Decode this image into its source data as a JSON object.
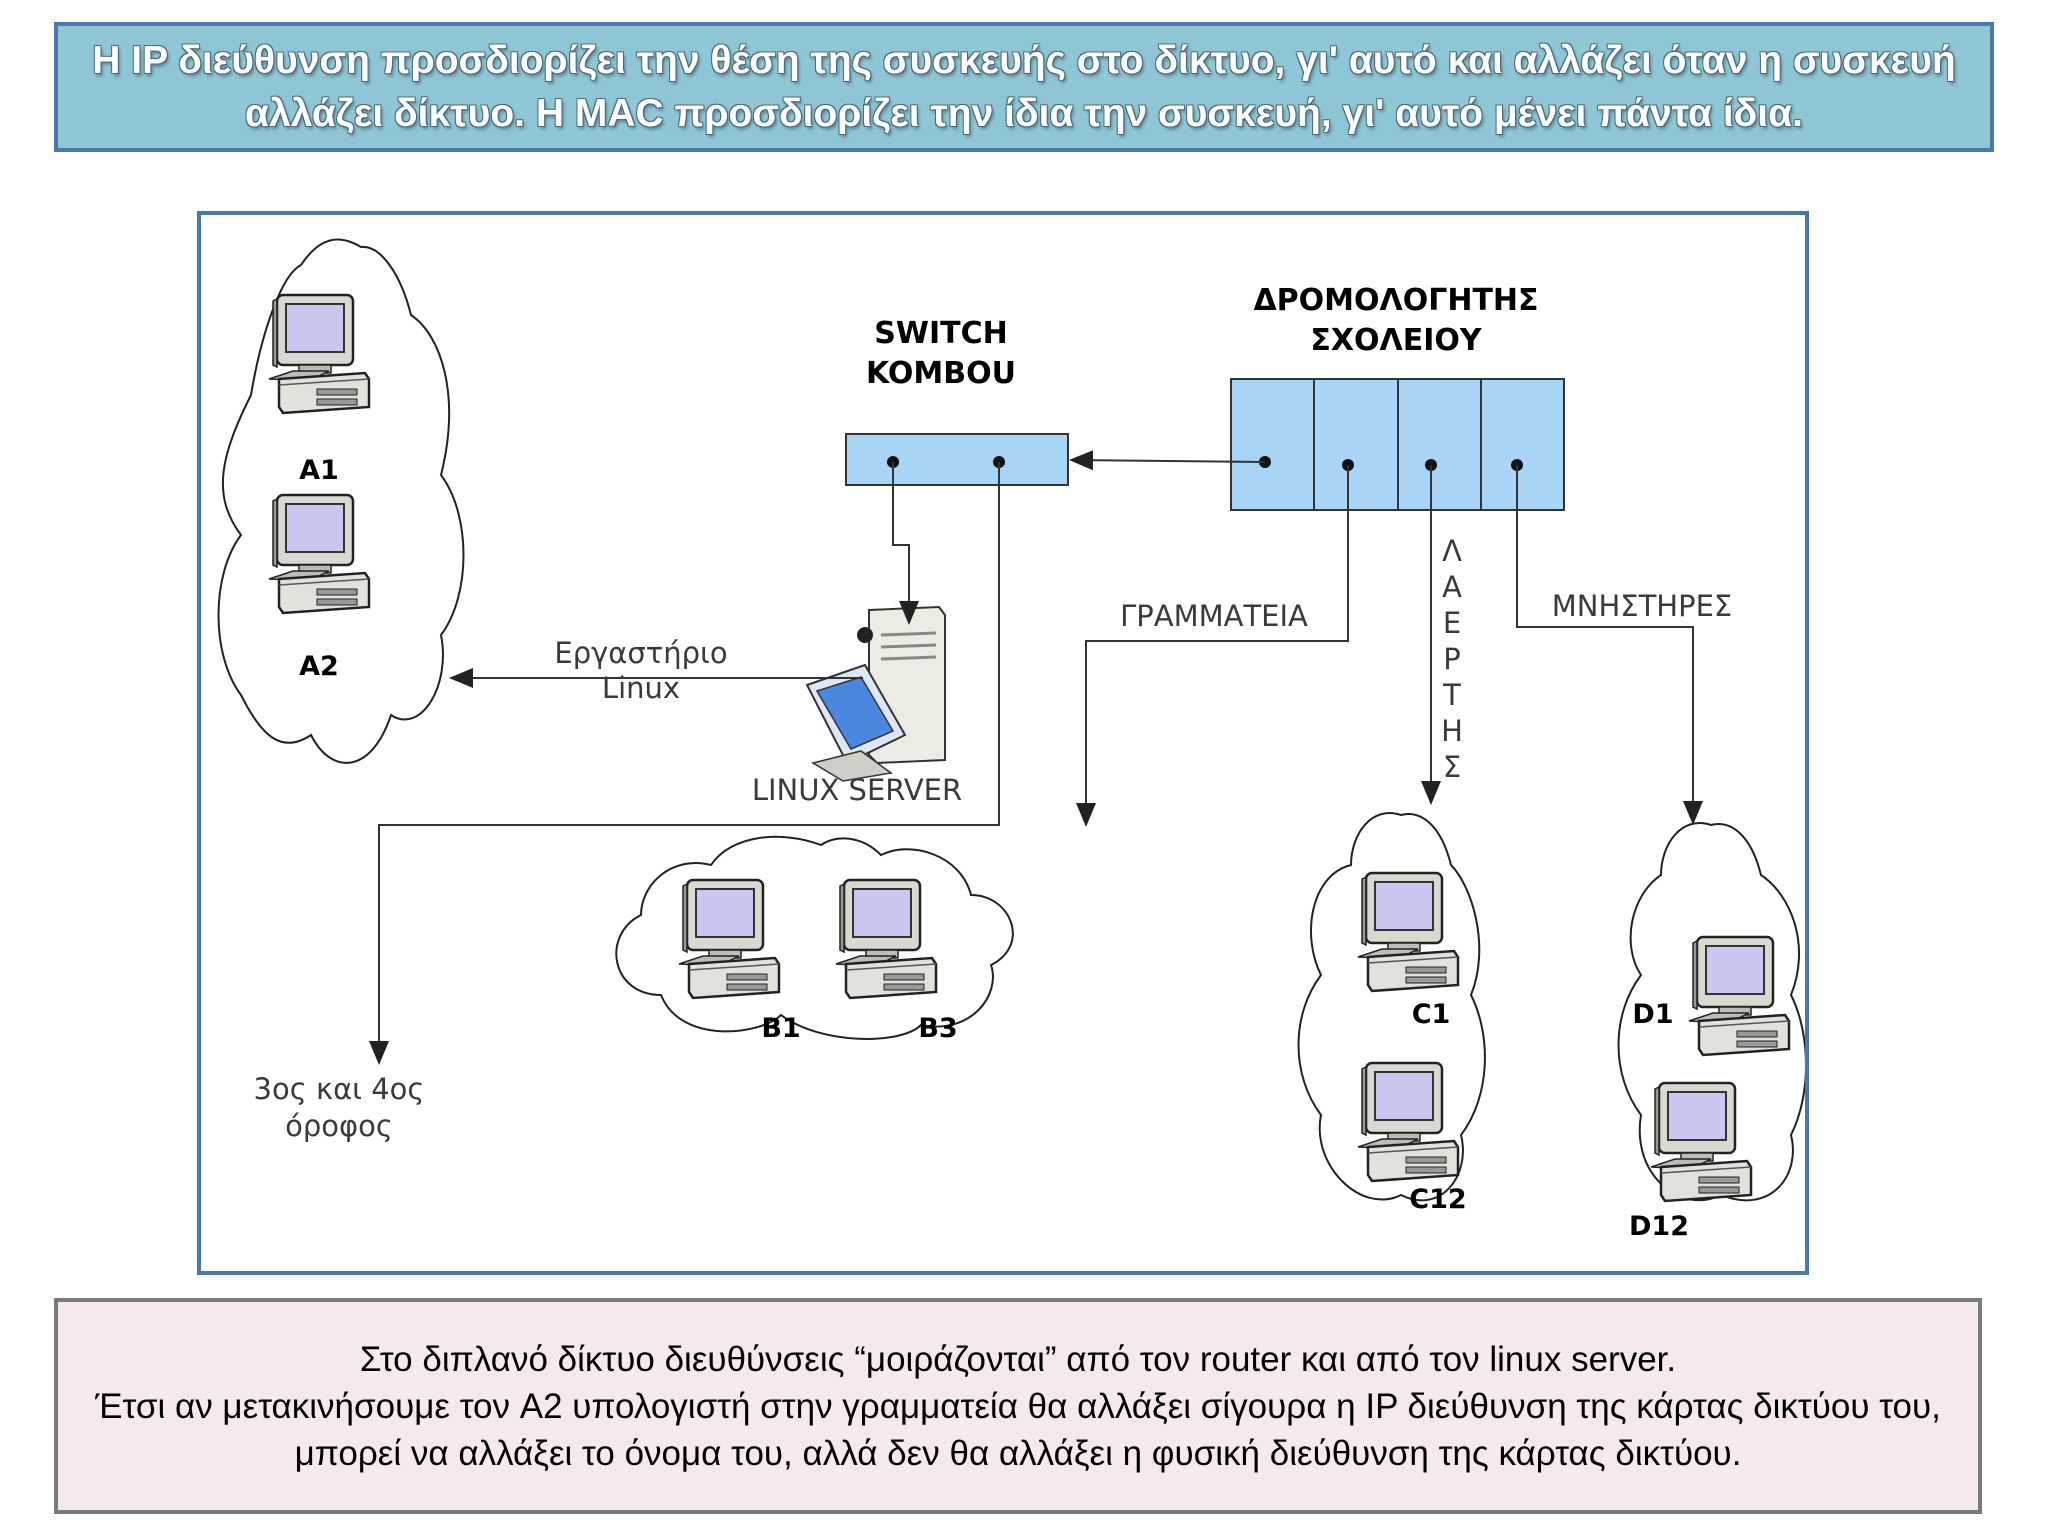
{
  "banner": {
    "text": "Η IP διεύθυνση προσδιορίζει την θέση της συσκευής στο δίκτυο, γι' αυτό και αλλάζει όταν η συσκευή αλλάζει δίκτυο. Η MAC προσδιορίζει την ίδια την συσκευή, γι' αυτό μένει πάντα ίδια."
  },
  "diagram": {
    "switch_title_line1": "SWITCH",
    "switch_title_line2": "KOMBOU",
    "router_title_line1": "ΔΡΟΜΟΛΟΓΗΤΗΣ",
    "router_title_line2": "ΣΧΟΛΕΙΟΥ",
    "lab_label_line1": "Εργαστήριο",
    "lab_label_line2": "Linux",
    "server_label": "LINUX SERVER",
    "secretariat_label": "ΓΡΑΜΜΑΤΕΙΑ",
    "teachers_label": "ΜΝΗΣΤΗΡΕΣ",
    "lab_vertical_label": [
      "Λ",
      "Α",
      "Ε",
      "Ρ",
      "Τ",
      "Η",
      "Σ"
    ],
    "floors_label_line1": "3ος και 4ος",
    "floors_label_line2": "όροφος",
    "pcs": {
      "a1": "A1",
      "a2": "A2",
      "b1": "B1",
      "b3": "B3",
      "c1": "C1",
      "c12": "C12",
      "d1": "D1",
      "d12": "D12"
    },
    "colors": {
      "device_fill": "#a8d4f5",
      "frame": "#4a78ad",
      "line": "#333333"
    }
  },
  "note": {
    "line1": "Στο διπλανό δίκτυο διευθύνσεις “μοιράζονται” από τον router και από τον linux server.",
    "line2": "Έτσι αν μετακινήσουμε τον A2 υπολογιστή στην γραμματεία θα αλλάξει σίγουρα η IP διεύθυνση της κάρτας δικτύου του, μπορεί να αλλάξει το όνομα του, αλλά δεν θα αλλάξει η φυσική διεύθυνση της κάρτας δικτύου."
  }
}
